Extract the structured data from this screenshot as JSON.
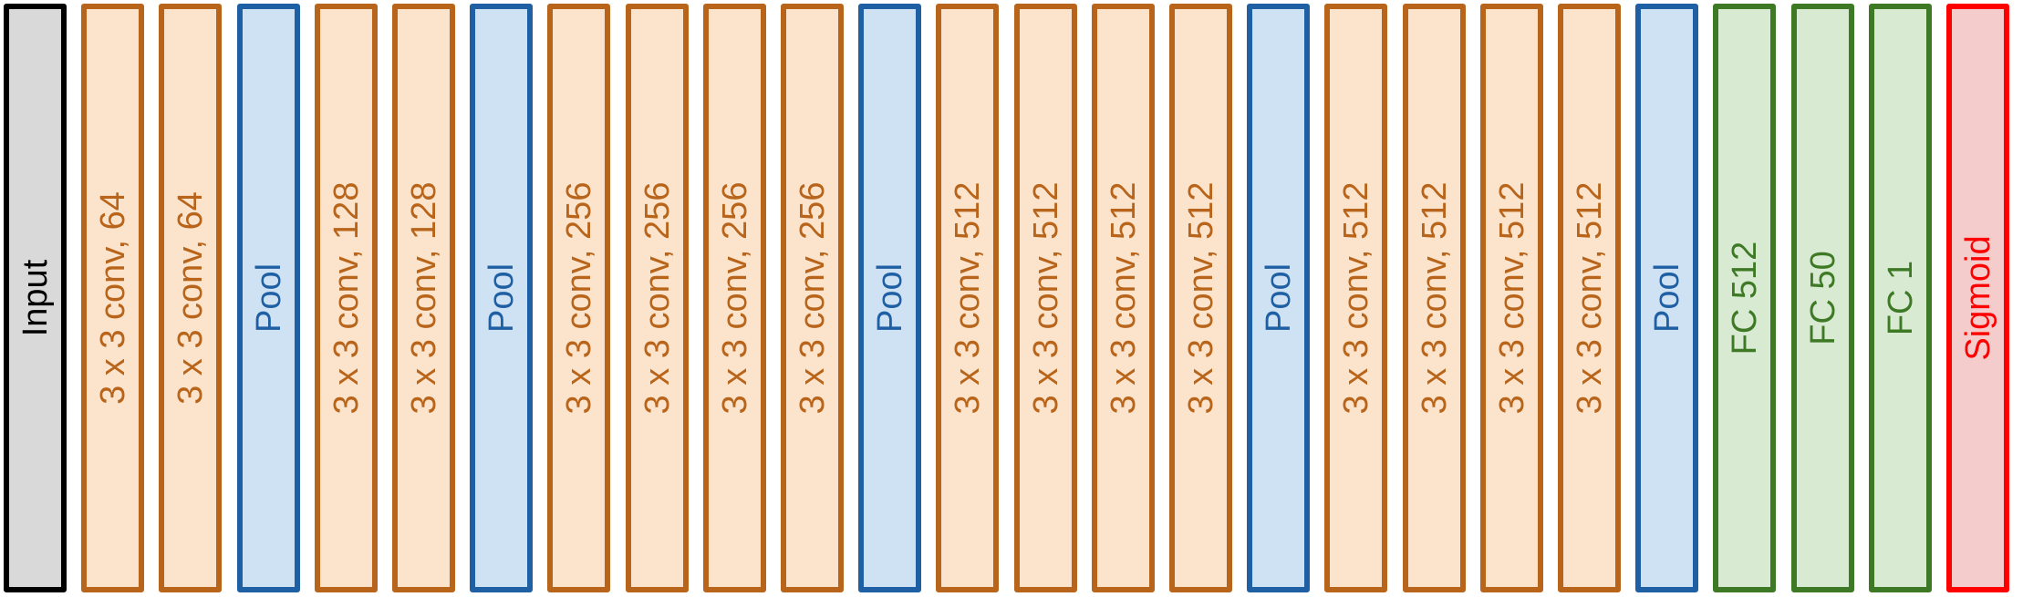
{
  "layers": [
    {
      "label": "Input",
      "kind": "input"
    },
    {
      "label": "3 x 3 conv, 64",
      "kind": "conv"
    },
    {
      "label": "3 x 3 conv, 64",
      "kind": "conv"
    },
    {
      "label": "Pool",
      "kind": "pool"
    },
    {
      "label": "3 x 3 conv, 128",
      "kind": "conv"
    },
    {
      "label": "3 x 3 conv, 128",
      "kind": "conv"
    },
    {
      "label": "Pool",
      "kind": "pool"
    },
    {
      "label": "3 x 3 conv, 256",
      "kind": "conv"
    },
    {
      "label": "3 x 3 conv, 256",
      "kind": "conv"
    },
    {
      "label": "3 x 3 conv, 256",
      "kind": "conv"
    },
    {
      "label": "3 x 3 conv, 256",
      "kind": "conv"
    },
    {
      "label": "Pool",
      "kind": "pool"
    },
    {
      "label": "3 x 3 conv, 512",
      "kind": "conv"
    },
    {
      "label": "3 x 3 conv, 512",
      "kind": "conv"
    },
    {
      "label": "3 x 3 conv, 512",
      "kind": "conv"
    },
    {
      "label": "3 x 3 conv, 512",
      "kind": "conv"
    },
    {
      "label": "Pool",
      "kind": "pool"
    },
    {
      "label": "3 x 3 conv, 512",
      "kind": "conv"
    },
    {
      "label": "3 x 3 conv, 512",
      "kind": "conv"
    },
    {
      "label": "3 x 3 conv, 512",
      "kind": "conv"
    },
    {
      "label": "3 x 3 conv, 512",
      "kind": "conv"
    },
    {
      "label": "Pool",
      "kind": "pool"
    },
    {
      "label": "FC 512",
      "kind": "fc"
    },
    {
      "label": "FC 50",
      "kind": "fc"
    },
    {
      "label": "FC 1",
      "kind": "fc"
    },
    {
      "label": "Sigmoid",
      "kind": "sigmoid"
    }
  ],
  "styles": {
    "input": {
      "fill": "#d9d9d9",
      "border": "#000000",
      "text": "#000000"
    },
    "conv": {
      "fill": "#fce4cc",
      "border": "#b8651b",
      "text": "#b8651b"
    },
    "pool": {
      "fill": "#cfe2f3",
      "border": "#1f5fa3",
      "text": "#1f5fa3"
    },
    "fc": {
      "fill": "#d9ead3",
      "border": "#3e7a25",
      "text": "#3e7a25"
    },
    "sigmoid": {
      "fill": "#f4cccc",
      "border": "#ff0000",
      "text": "#ff0000"
    }
  }
}
